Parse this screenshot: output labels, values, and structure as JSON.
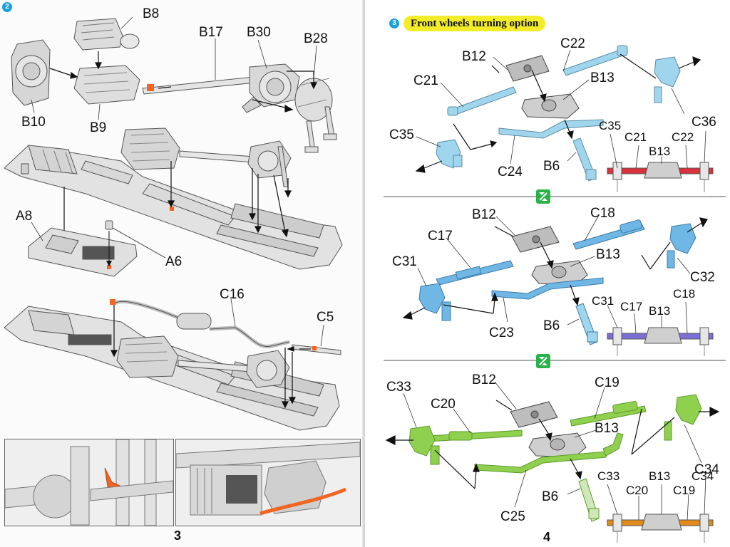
{
  "left_page": {
    "step_number": "2",
    "page_number": "3",
    "labels": {
      "B8": "B8",
      "B17": "B17",
      "B30": "B30",
      "B28": "B28",
      "B10": "B10",
      "B9": "B9",
      "A8": "A8",
      "A6": "A6",
      "C16": "C16",
      "C5": "C5"
    }
  },
  "right_page": {
    "step_number": "3",
    "title": "Front wheels turning option",
    "page_number": "4",
    "panel1": {
      "C22": "C22",
      "B12": "B12",
      "B13": "B13",
      "C21": "C21",
      "C35": "C35",
      "C36": "C36",
      "C24": "C24",
      "B6": "B6",
      "sub_C35": "C35",
      "sub_C21": "C21",
      "sub_B13": "B13",
      "sub_C22": "C22"
    },
    "panel2": {
      "B12": "B12",
      "C18": "C18",
      "C17": "C17",
      "C31": "C31",
      "B13": "B13",
      "C32": "C32",
      "C23": "C23",
      "B6": "B6",
      "sub_C31": "C31",
      "sub_C17": "C17",
      "sub_B13": "B13",
      "sub_C18": "C18"
    },
    "panel3": {
      "C33": "C33",
      "B12": "B12",
      "C19": "C19",
      "C20": "C20",
      "B13": "B13",
      "C34": "C34",
      "C25": "C25",
      "B6": "B6",
      "sub_C33": "C33",
      "sub_B13": "B13",
      "sub_C34": "C34",
      "sub_C20": "C20",
      "sub_C19": "C19"
    }
  },
  "colors": {
    "step_badge": "#1aa0dc",
    "title_highlight": "#f3ec2a",
    "panel1_parts": "#8fd0ec",
    "panel2_parts": "#6fb8e6",
    "panel3_parts": "#8fd04e",
    "sub1_rod": "#d8323a",
    "sub2_rod": "#7b6fd6",
    "sub3_rod": "#e08a1a",
    "accent_orange": "#f26522",
    "alt_icon": "#29b24a"
  }
}
